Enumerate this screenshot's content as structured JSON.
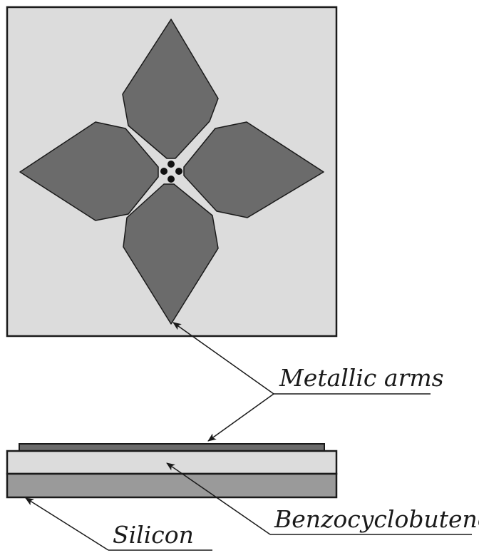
{
  "labels": {
    "metallic_arms": "Metallic arms",
    "benzocyclobutene": "Benzocyclobutene",
    "silicon": "Silicon"
  },
  "colors": {
    "background_square": "#dcdcdc",
    "metal": "#6b6b6b",
    "silicon": "#9a9a9a",
    "bcb": "#dcdcdc",
    "stroke": "#1a1a1a",
    "contact": "#111111"
  }
}
